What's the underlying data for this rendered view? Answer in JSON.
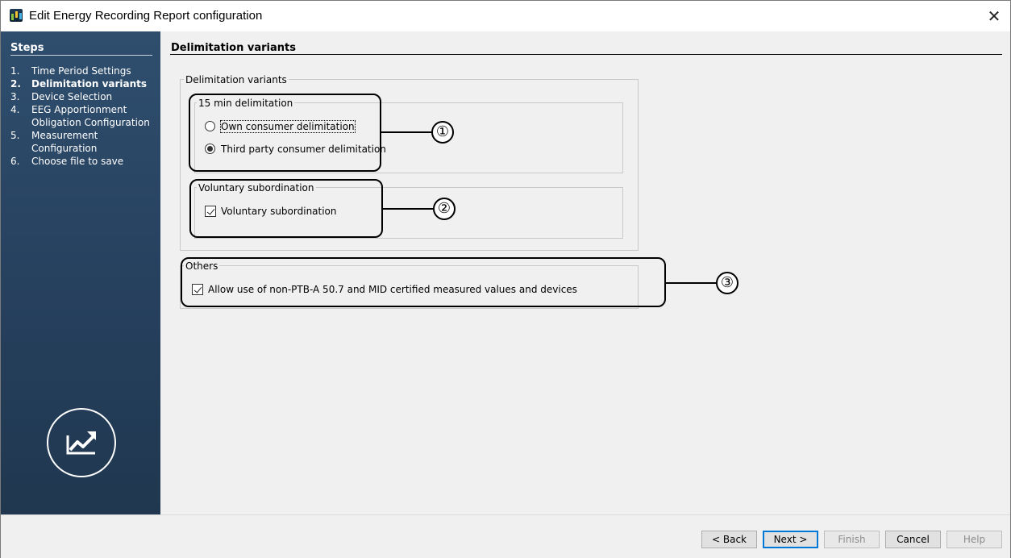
{
  "window": {
    "title": "Edit Energy Recording Report configuration"
  },
  "sidebar": {
    "heading": "Steps",
    "steps": [
      {
        "num": "1.",
        "label": "Time Period Settings"
      },
      {
        "num": "2.",
        "label": "Delimitation variants"
      },
      {
        "num": "3.",
        "label": "Device Selection"
      },
      {
        "num": "4.",
        "label": "EEG Apportionment",
        "label2": "Obligation Configuration"
      },
      {
        "num": "5.",
        "label": "Measurement",
        "label2": "Configuration"
      },
      {
        "num": "6.",
        "label": "Choose file to save"
      }
    ],
    "active_step": 2
  },
  "main": {
    "section_title": "Delimitation variants",
    "delimitation_group": {
      "legend": "Delimitation variants",
      "fifteen_min": {
        "legend": "15 min delimitation",
        "options": [
          {
            "label": "Own consumer delimitation",
            "selected": false
          },
          {
            "label": "Third party consumer delimitation",
            "selected": true
          }
        ]
      },
      "voluntary": {
        "legend": "Voluntary subordination",
        "checkbox_label": "Voluntary subordination",
        "checked": true
      }
    },
    "others_group": {
      "legend": "Others",
      "checkbox_label": "Allow use of non-PTB-A 50.7 and MID certified measured values and devices",
      "checked": true
    }
  },
  "callouts": [
    "①",
    "②",
    "③"
  ],
  "buttons": {
    "back": "< Back",
    "next": "Next >",
    "finish": "Finish",
    "cancel": "Cancel",
    "help": "Help"
  }
}
